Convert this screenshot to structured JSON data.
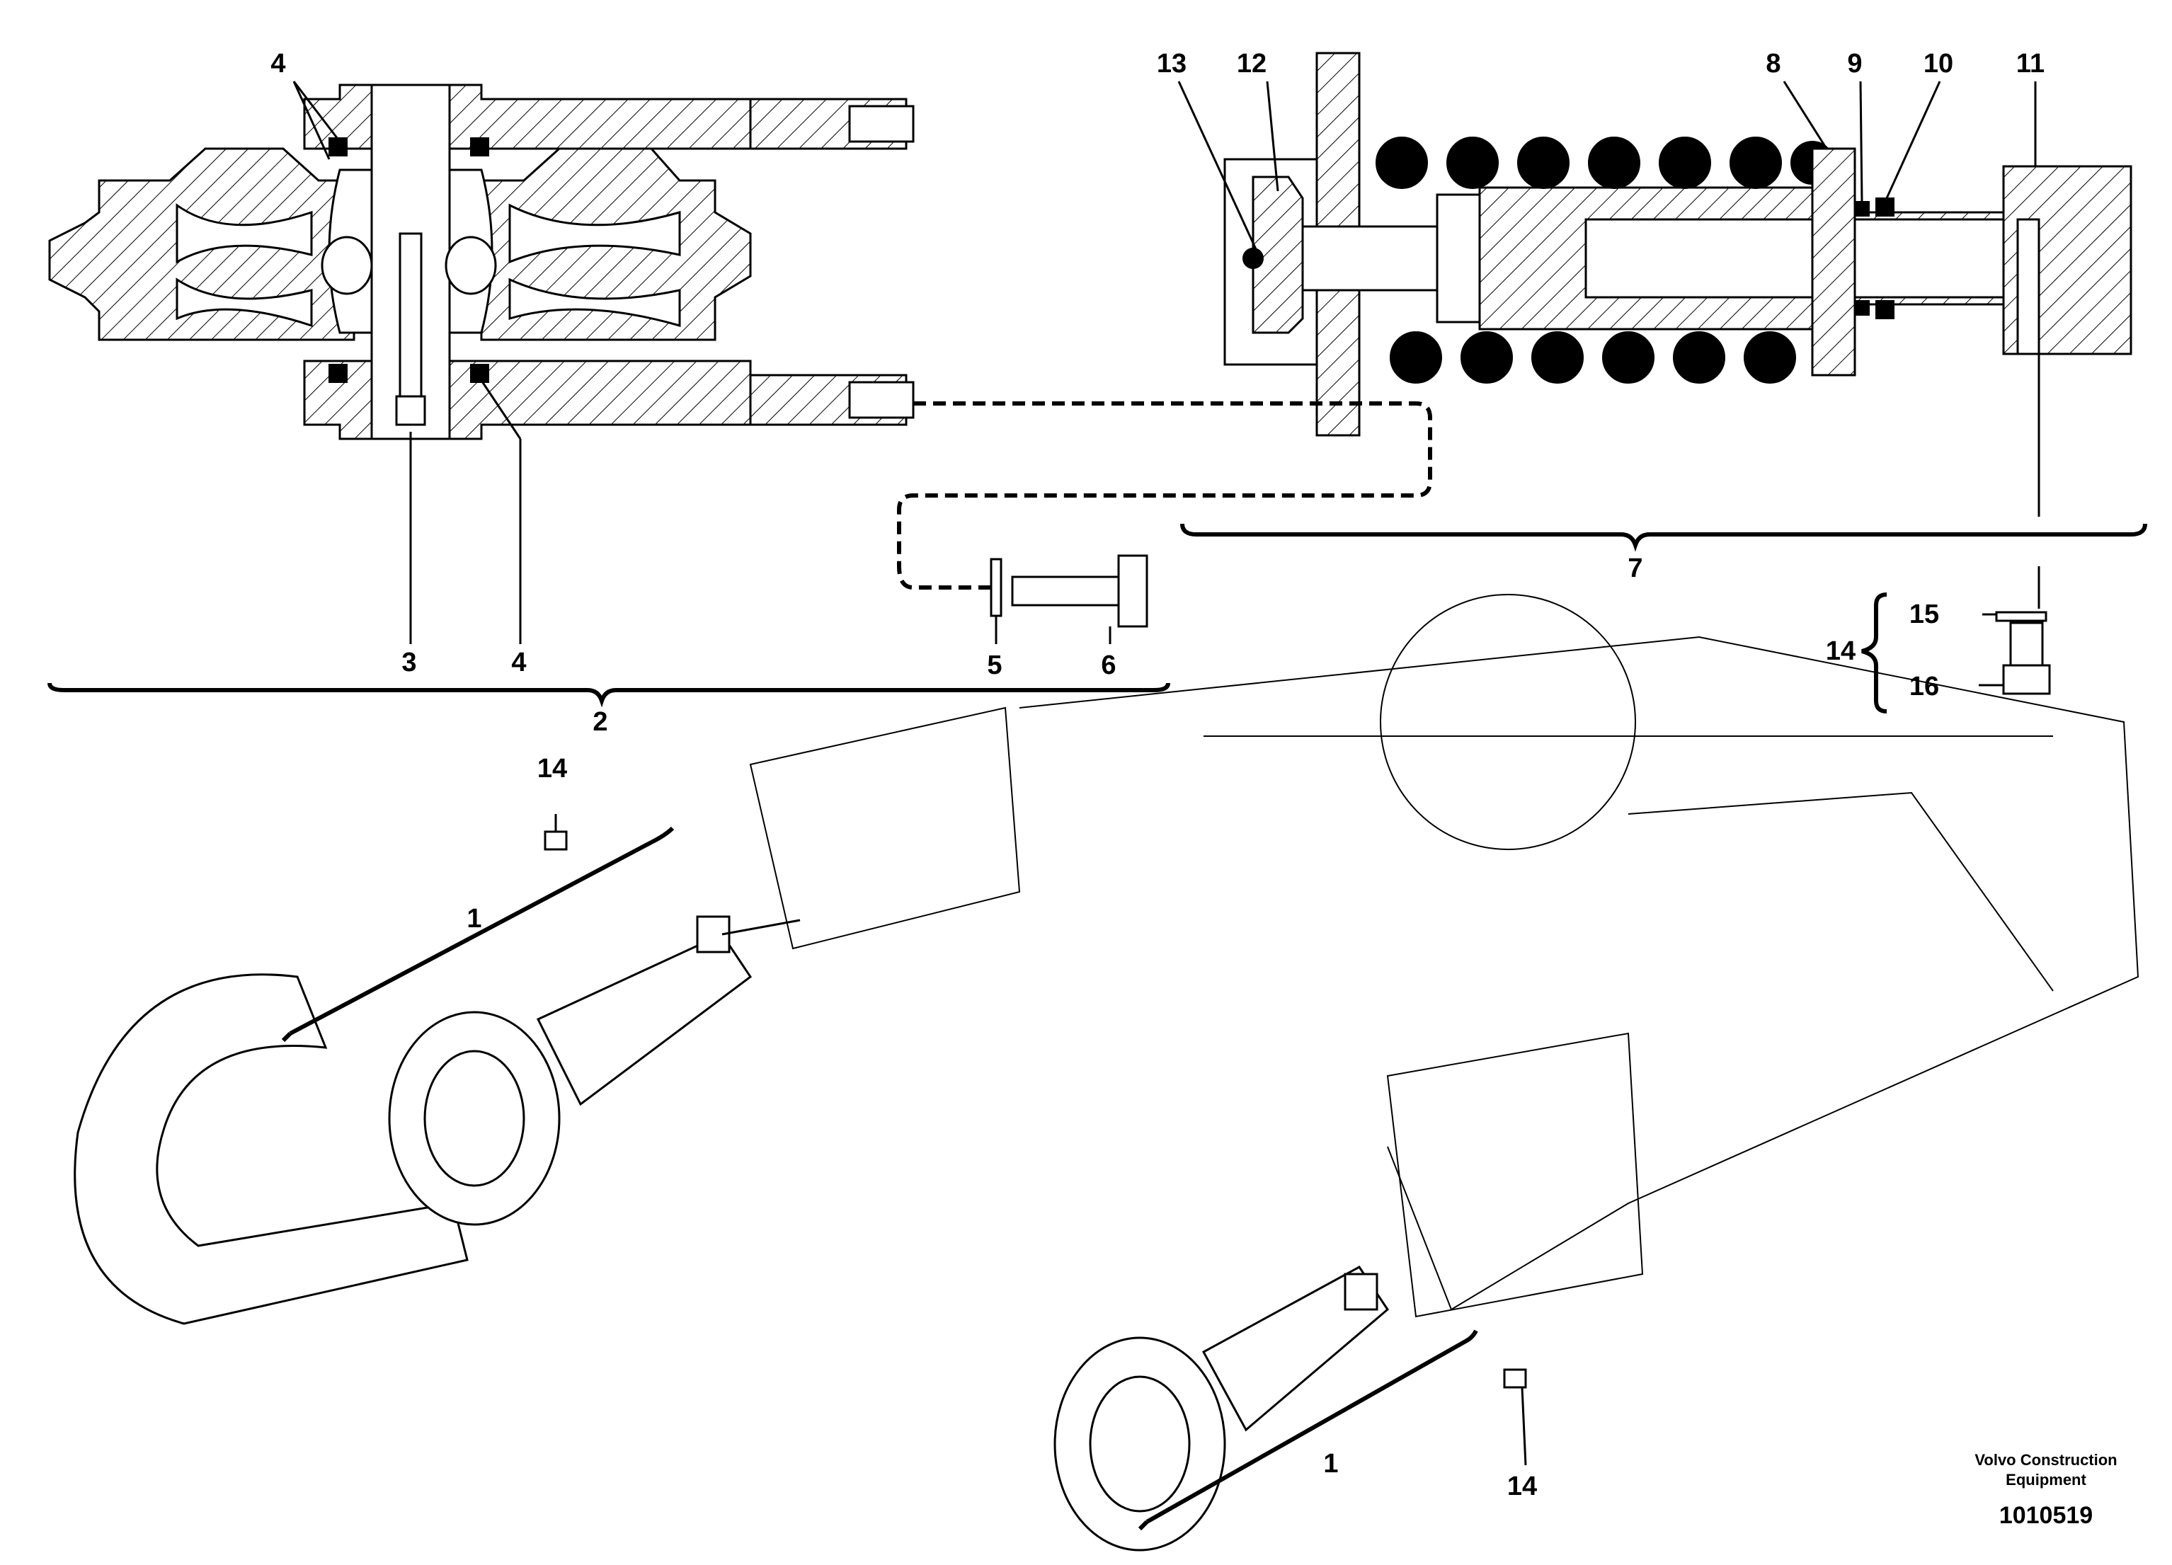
{
  "callouts": {
    "c1a": "1",
    "c1b": "1",
    "c2": "2",
    "c3": "3",
    "c4a": "4",
    "c4b": "4",
    "c5": "5",
    "c6": "6",
    "c7": "7",
    "c8": "8",
    "c9": "9",
    "c10": "10",
    "c11": "11",
    "c12": "12",
    "c13": "13",
    "c14a": "14",
    "c14b": "14",
    "c14c": "14",
    "c15": "15",
    "c16": "16"
  },
  "credit": {
    "line1": "Volvo Construction",
    "line2": "Equipment"
  },
  "doc_number": "1010519",
  "colors": {
    "ink": "#000000",
    "paper": "#ffffff"
  }
}
